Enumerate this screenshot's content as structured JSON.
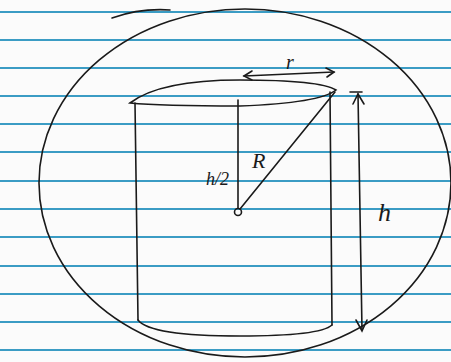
{
  "diagram": {
    "labels": [
      "r",
      "h/2",
      "R",
      "h"
    ]
  }
}
